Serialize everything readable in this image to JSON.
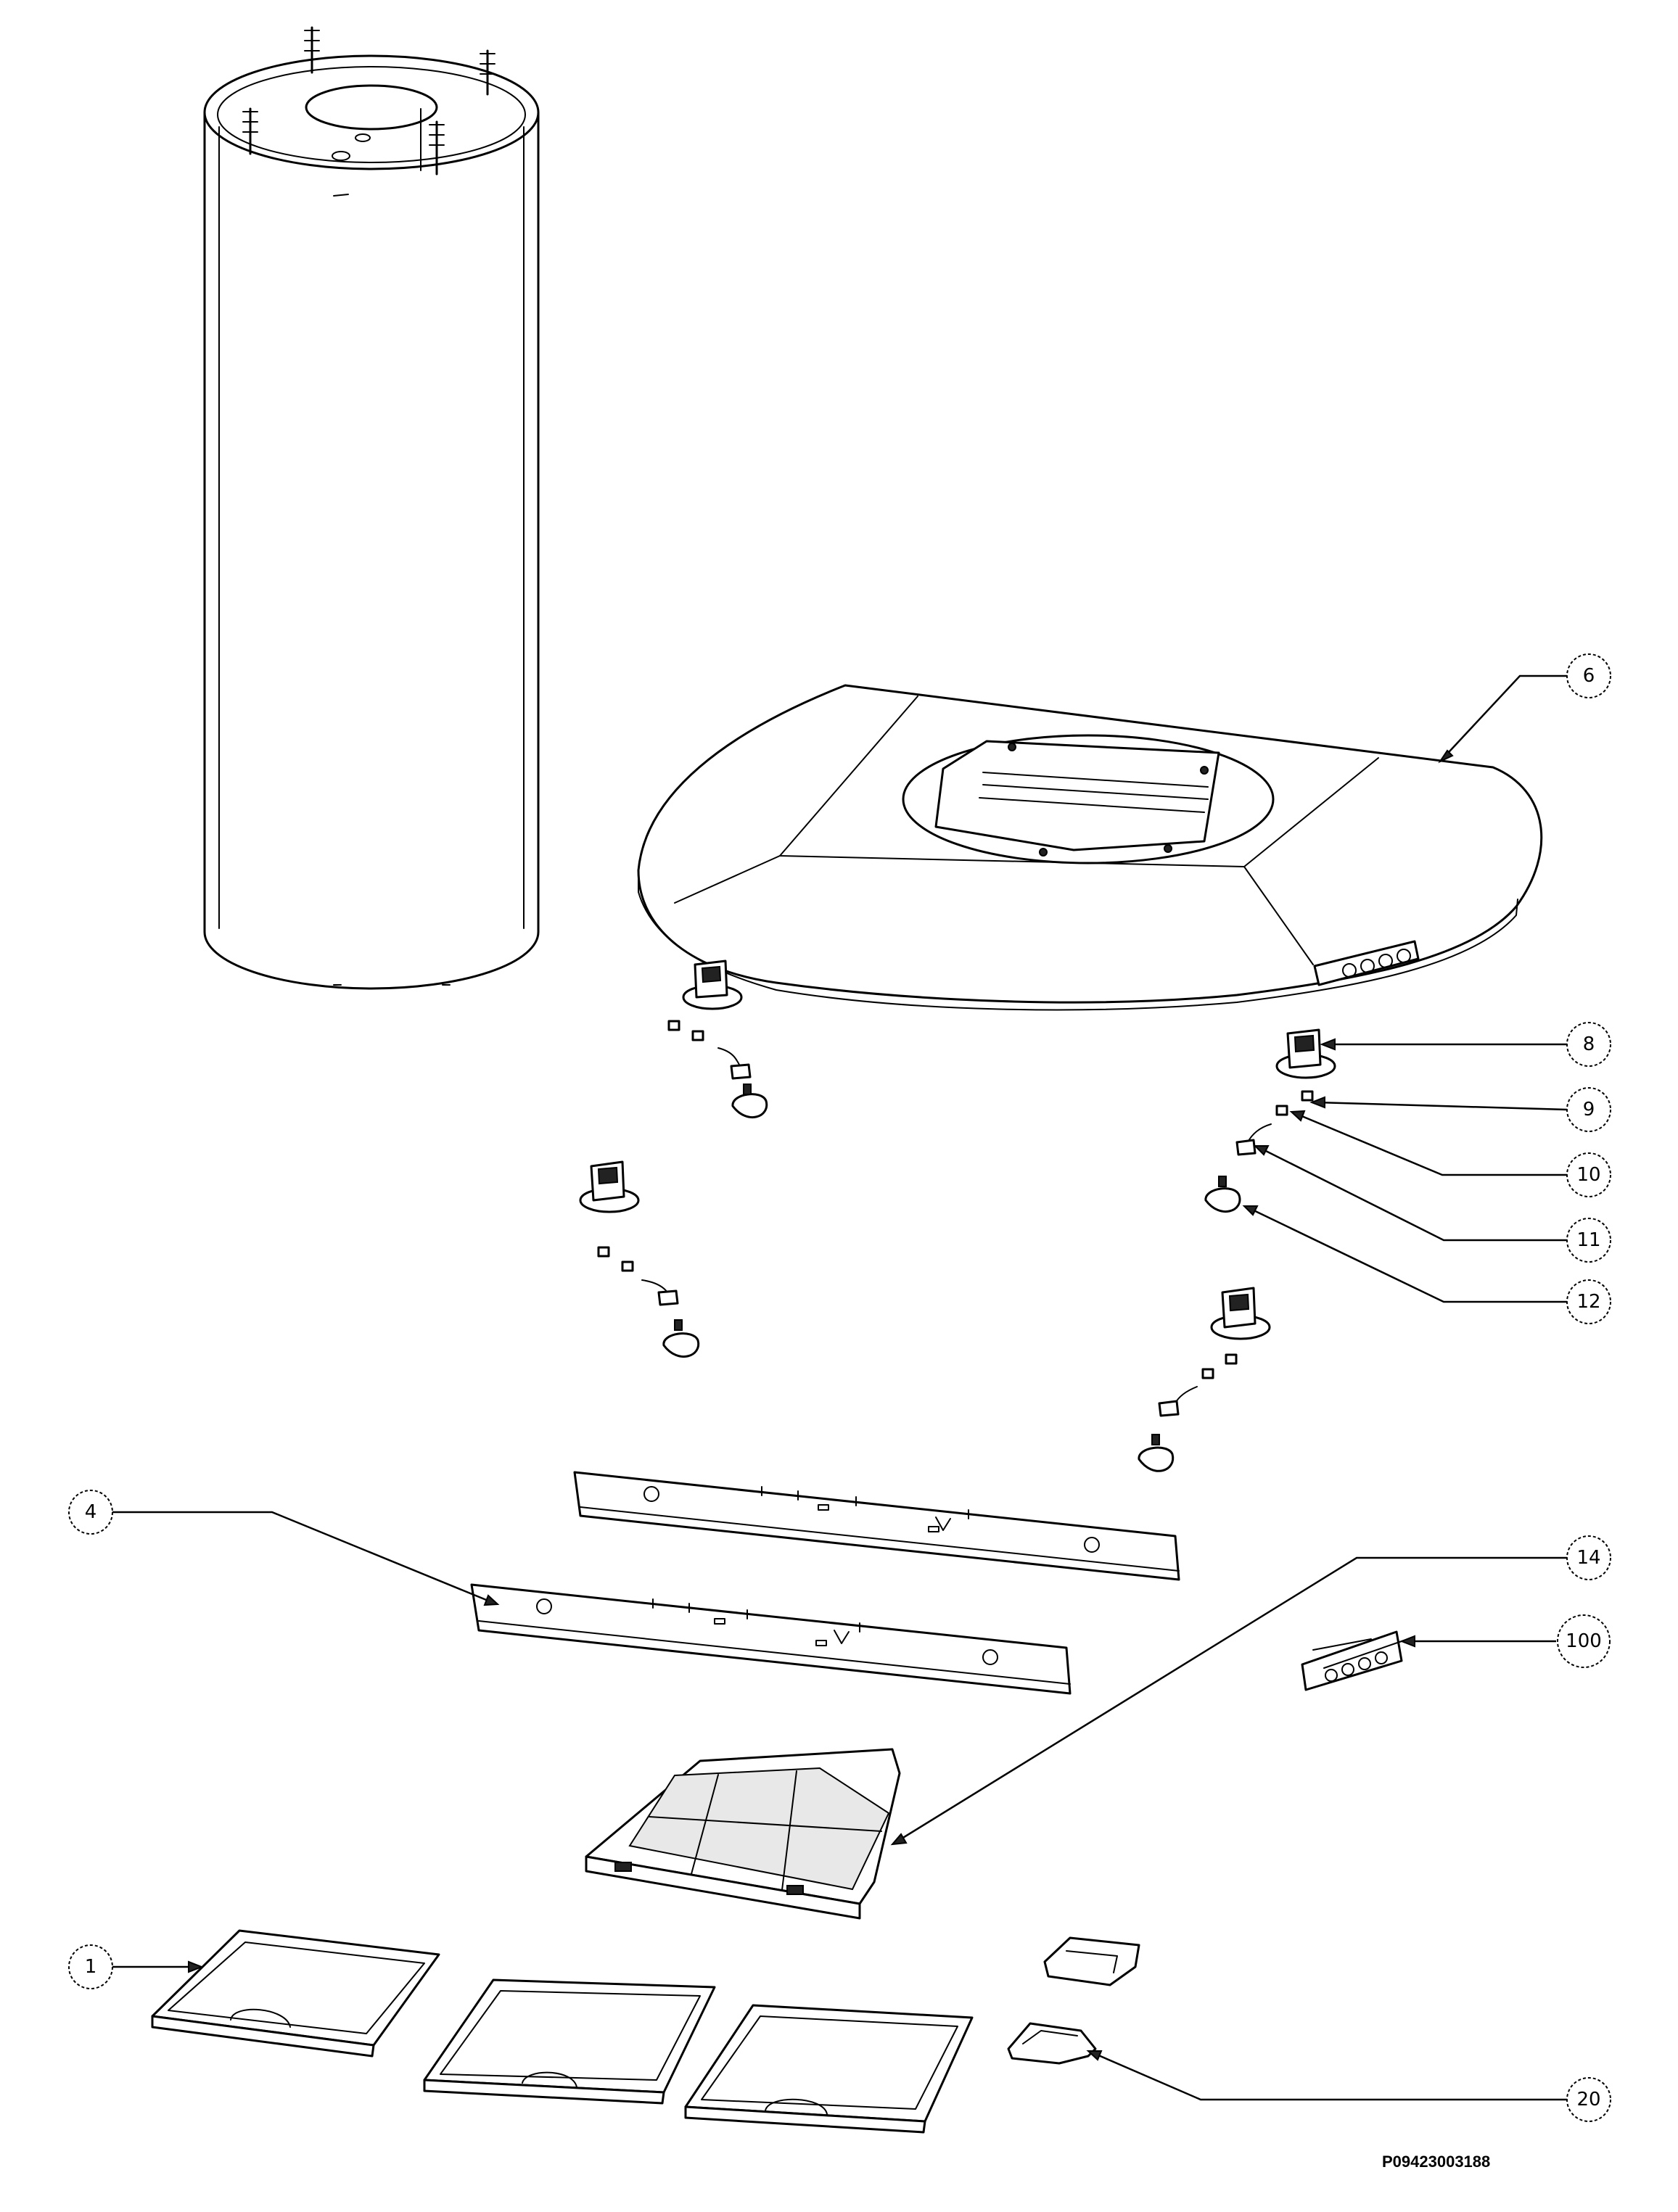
{
  "callouts": [
    {
      "label": "6"
    },
    {
      "label": "8"
    },
    {
      "label": "9"
    },
    {
      "label": "10"
    },
    {
      "label": "11"
    },
    {
      "label": "12"
    },
    {
      "label": "4"
    },
    {
      "label": "14"
    },
    {
      "label": "100"
    },
    {
      "label": "1"
    },
    {
      "label": "20"
    }
  ],
  "document_number": "P09423003188"
}
